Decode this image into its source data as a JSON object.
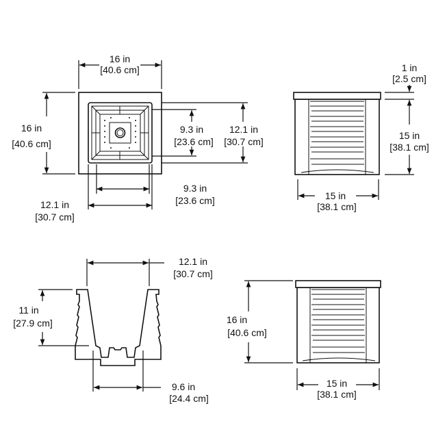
{
  "top_view": {
    "width": {
      "in": "16 in",
      "cm": "[40.6 cm]"
    },
    "depth": {
      "in": "16 in",
      "cm": "[40.6 cm]"
    },
    "inner_depth": {
      "in": "9.3 in",
      "cm": "[23.6 cm]"
    },
    "outer_opening_depth": {
      "in": "12.1 in",
      "cm": "[30.7 cm]"
    },
    "inner_width": {
      "in": "9.3 in",
      "cm": "[23.6 cm]"
    },
    "outer_opening_width": {
      "in": "12.1 in",
      "cm": "[30.7 cm]"
    }
  },
  "side_view": {
    "cap": {
      "in": "1 in",
      "cm": "[2.5 cm]"
    },
    "height": {
      "in": "15 in",
      "cm": "[38.1 cm]"
    },
    "width": {
      "in": "15 in",
      "cm": "[38.1 cm]"
    }
  },
  "liner_section": {
    "top_width": {
      "in": "12.1 in",
      "cm": "[30.7 cm]"
    },
    "depth": {
      "in": "11 in",
      "cm": "[27.9 cm]"
    },
    "bottom_width": {
      "in": "9.6 in",
      "cm": "[24.4 cm]"
    }
  },
  "front_view": {
    "height": {
      "in": "16 in",
      "cm": "[40.6 cm]"
    },
    "width": {
      "in": "15 in",
      "cm": "[38.1 cm]"
    }
  }
}
